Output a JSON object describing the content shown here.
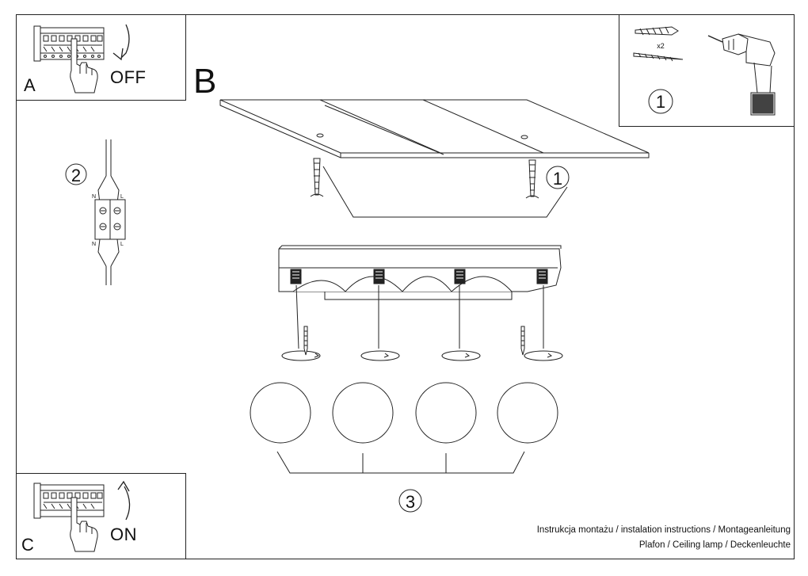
{
  "panel_a": {
    "letter": "A",
    "switch_label": "OFF"
  },
  "panel_b": {
    "letter": "B"
  },
  "panel_c": {
    "letter": "C",
    "switch_label": "ON"
  },
  "tools": {
    "step_number": "1",
    "quantity": "x2"
  },
  "wiring": {
    "step_number": "2",
    "n_label": "N",
    "l_label": "L"
  },
  "mounting": {
    "step_number": "1"
  },
  "lamps": {
    "step_number": "3",
    "count": 4
  },
  "footer": {
    "line1": "Instrukcja montażu / instalation instructions / Montageanleitung",
    "line2": "Plafon / Ceiling lamp / Deckenleuchte"
  }
}
